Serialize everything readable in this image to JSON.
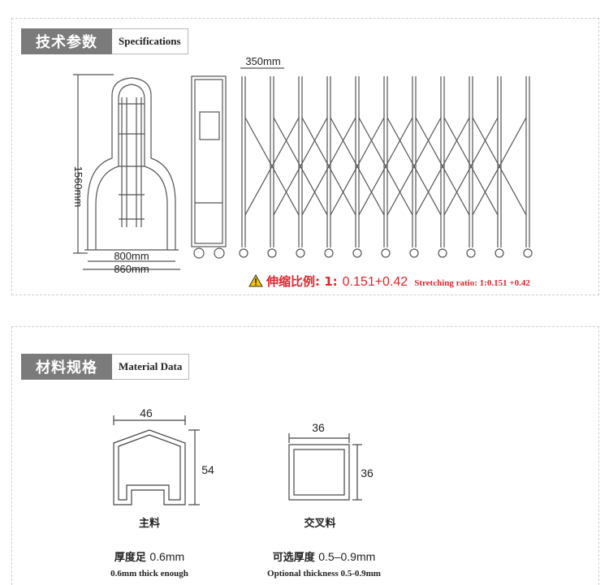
{
  "specifications": {
    "tag_cn": "技术参数",
    "tag_en": "Specifications",
    "dim_height": "1560mm",
    "dim_leaf_width": "350mm",
    "dim_inner_width": "800mm",
    "dim_outer_width": "860mm",
    "ratio_cn": "伸缩比例: 1:",
    "ratio_value": "0.151+0.42",
    "ratio_en": "Stretching ratio: 1:0.151 +0.42",
    "warning_color": "#e0242c"
  },
  "material": {
    "tag_cn": "材料规格",
    "tag_en": "Material Data",
    "main": {
      "dim_width": "46",
      "dim_height": "54",
      "label": "主料",
      "thickness_cn_prefix": "厚度足",
      "thickness_value": "0.6mm",
      "thickness_en": "0.6mm thick enough"
    },
    "cross": {
      "dim_width": "36",
      "dim_height": "36",
      "label": "交叉料",
      "thickness_cn_prefix": "可选厚度",
      "thickness_value": "0.5–0.9mm",
      "thickness_en": "Optional thickness 0.5-0.9mm"
    }
  }
}
